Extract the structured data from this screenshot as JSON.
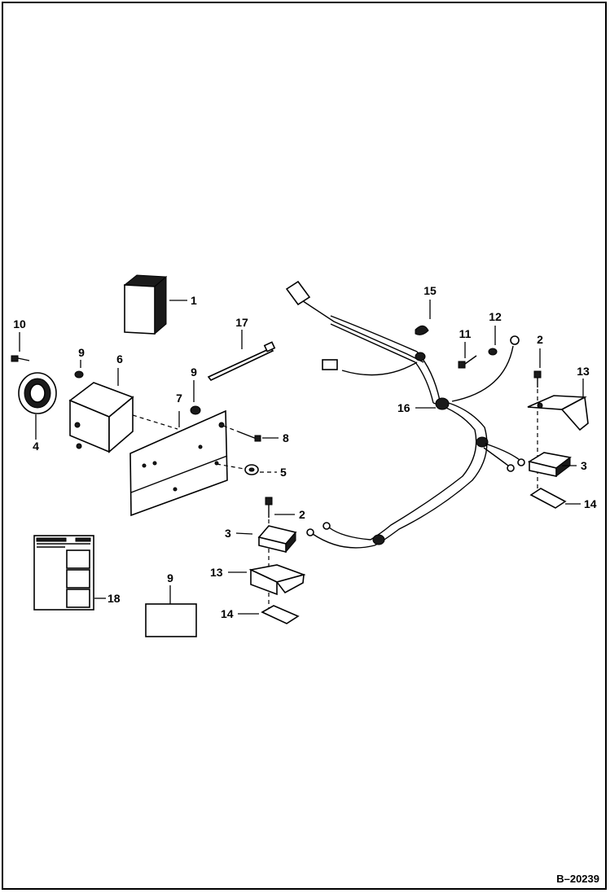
{
  "diagram": {
    "figure_id": "B–20239",
    "callouts": {
      "c1": "1",
      "c2a": "2",
      "c2b": "2",
      "c3a": "3",
      "c3b": "3",
      "c4": "4",
      "c5": "5",
      "c6": "6",
      "c7": "7",
      "c8": "8",
      "c9a": "9",
      "c9b": "9",
      "c9c": "9",
      "c10": "10",
      "c11": "11",
      "c12": "12",
      "c13a": "13",
      "c13b": "13",
      "c14a": "14",
      "c14b": "14",
      "c15": "15",
      "c16": "16",
      "c17": "17",
      "c18": "18"
    }
  }
}
